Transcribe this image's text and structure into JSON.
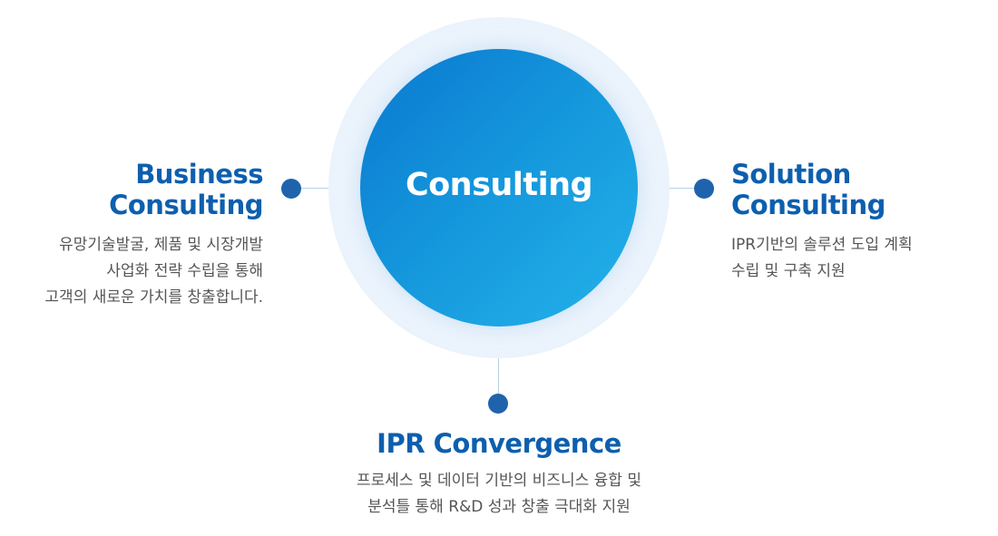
{
  "center": {
    "label": "Consulting"
  },
  "nodes": {
    "business": {
      "title_lines": [
        "Business",
        "Consulting"
      ],
      "desc_lines": [
        "유망기술발굴, 제품 및 시장개발",
        "사업화 전략 수립을 통해",
        "고객의 새로운 가치를 창출합니다."
      ]
    },
    "solution": {
      "title_lines": [
        "Solution",
        "Consulting"
      ],
      "desc_lines": [
        "IPR기반의 솔루션 도입 계획",
        "수립 및 구축 지원"
      ]
    },
    "ipr": {
      "title_lines": [
        "IPR Convergence"
      ],
      "desc_lines": [
        "프로세스 및 데이터 기반의 비즈니스 융합 및",
        "분석틀 통해 R&D 성과 창출 극대화 지원"
      ]
    }
  },
  "colors": {
    "title": "#0d5fae",
    "dot": "#1f63ad",
    "connector": "#b9cfe6",
    "core_start": "#0a78cf",
    "core_end": "#23b2ea",
    "halo": "#c5dcf3",
    "description": "#555555"
  }
}
